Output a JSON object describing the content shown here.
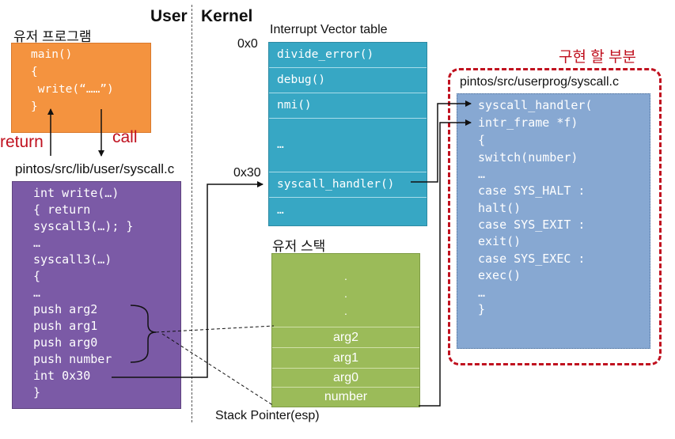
{
  "headers": {
    "user": "User",
    "kernel": "Kernel"
  },
  "user_program": {
    "title": "유저 프로그램",
    "lines": [
      "main()",
      "{",
      " write(“……”)",
      "}"
    ]
  },
  "arrows": {
    "return": "return",
    "call": "call"
  },
  "lib_syscall": {
    "title": "pintos/src/lib/user/syscall.c",
    "lines": [
      "int write(…)",
      "{ return",
      "syscall3(…); }",
      "…",
      "syscall3(…)",
      "{",
      "…",
      "push arg2",
      "push arg1",
      "push arg0",
      "push number",
      "int 0x30",
      "}"
    ]
  },
  "ivt": {
    "title": "Interrupt Vector table",
    "rows": [
      "divide_error()",
      "debug()",
      "nmi()",
      "…",
      "syscall_handler()",
      "…"
    ],
    "addr_0": "0x0",
    "addr_30": "0x30"
  },
  "user_stack": {
    "title": "유저 스택",
    "dots": [
      ".",
      ".",
      "."
    ],
    "items": [
      "arg2",
      "arg1",
      "arg0",
      "number"
    ],
    "pointer_label": "Stack Pointer(esp)"
  },
  "implementation": {
    "title": "구현 할 부분",
    "file": "pintos/src/userprog/syscall.c",
    "lines": [
      "syscall_handler(",
      "intr_frame *f)",
      "{",
      "switch(number)",
      "…",
      "case SYS_HALT :",
      "halt()",
      "case SYS_EXIT :",
      "exit()",
      "case SYS_EXEC :",
      "exec()",
      "…",
      "}"
    ]
  }
}
